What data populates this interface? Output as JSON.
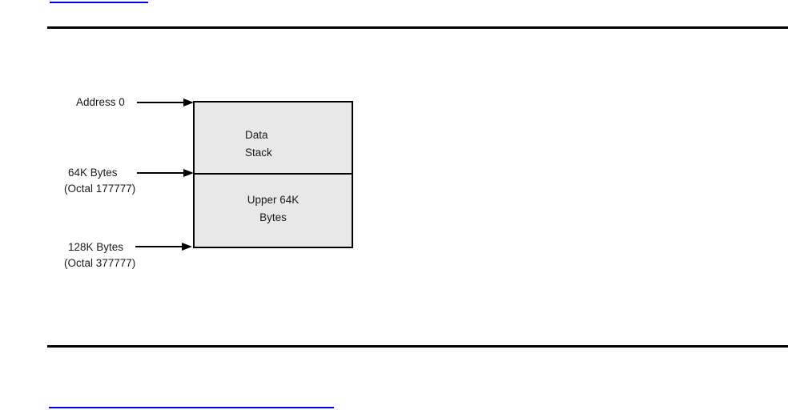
{
  "page": {
    "background": "#ffffff",
    "rule_color": "#000000",
    "link_color": "#0000f0"
  },
  "diagram": {
    "box_fill": "#e8e8e8",
    "box_border": "#000000",
    "arrow_color": "#000000",
    "labels": {
      "address0": "Address 0",
      "k64": "64K Bytes",
      "k64_octal": "(Octal 177777)",
      "k128": "128K Bytes",
      "k128_octal": "(Octal 377777)"
    },
    "cells": {
      "top": [
        "Data",
        "Stack"
      ],
      "bottom": [
        "Upper 64K",
        "Bytes"
      ]
    }
  }
}
